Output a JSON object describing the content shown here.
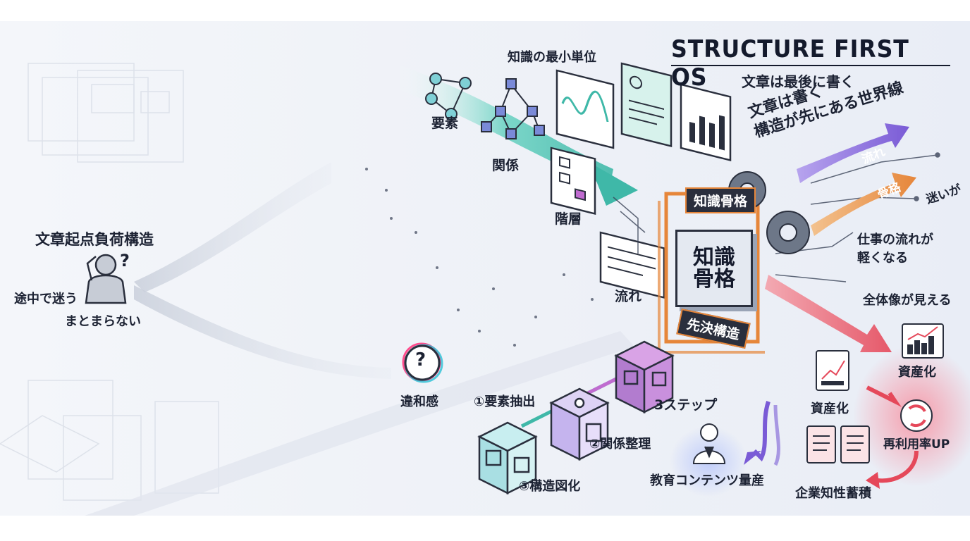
{
  "header": {
    "title": "STRUCTURE FIRST OS",
    "subtitle": "文章は最後に書く",
    "slogan_line1": "文章は書く",
    "slogan_line2": "構造が先にある世界線"
  },
  "left_state": {
    "heading": "文章起点負荷構造",
    "confused_label": "途中で迷う",
    "scattered_label": "まとまらない",
    "discomfort_label": "違和感",
    "question_mark": "?"
  },
  "knowledge_units": {
    "heading": "知識の最小単位",
    "elements": "要素",
    "relations": "関係",
    "hierarchy": "階層",
    "flow": "流れ"
  },
  "core": {
    "top_plaque": "知識骨格",
    "center_line1": "知識",
    "center_line2": "骨格",
    "bottom_plaque": "先決構造"
  },
  "outputs": {
    "flow_arrow": "流れ",
    "skeleton_arrow": "骨格",
    "no_hesitation": "迷いが",
    "work_flow_line1": "仕事の流れが",
    "work_flow_line2": "軽くなる",
    "big_picture": "全体像が見える",
    "assetization_top": "資産化",
    "assetization_mid": "資産化",
    "reuse_up": "再利用率UP",
    "corporate_knowledge": "企業知性蓄積",
    "education_content": "教育コンテンツ量産"
  },
  "steps": {
    "label": "3ステップ",
    "step1": "①要素抽出",
    "step2": "②関係整理",
    "step3": "③構造図化"
  },
  "colors": {
    "teal": "#3fb8a8",
    "purple": "#7a5bd6",
    "orange": "#e6863a",
    "red": "#e5485a",
    "navy": "#2a2f3d"
  }
}
